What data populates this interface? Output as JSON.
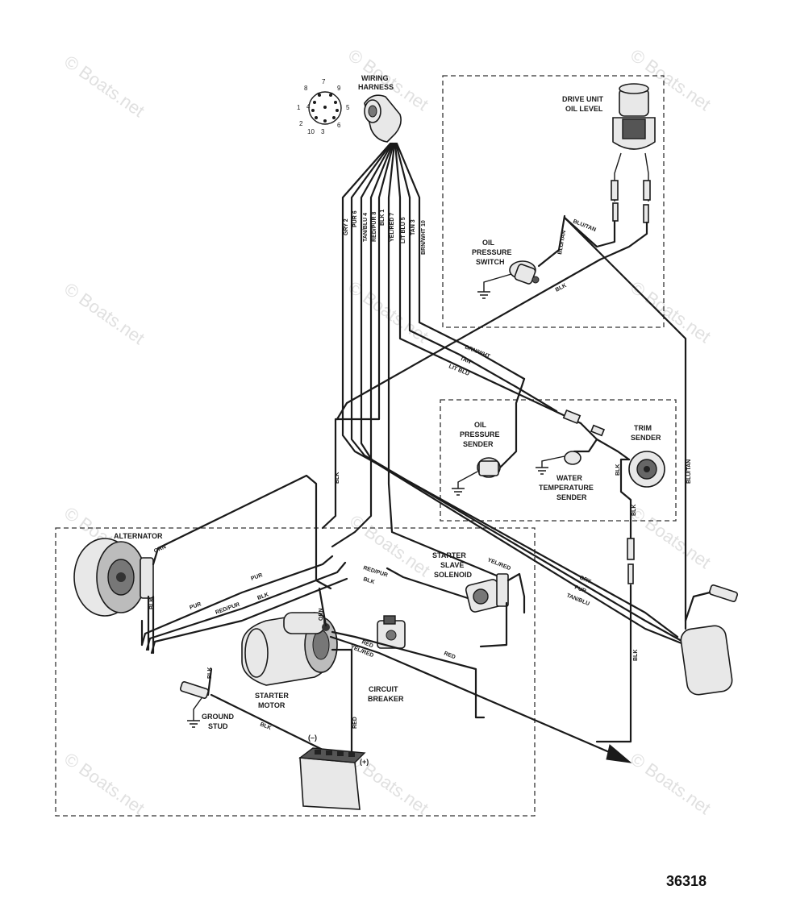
{
  "labels": {
    "wiring_harness": [
      "WIRING",
      "HARNESS"
    ],
    "drive_unit_oil_level": [
      "DRIVE UNIT",
      "OIL LEVEL"
    ],
    "oil_pressure_switch": [
      "OIL",
      "PRESSURE",
      "SWITCH"
    ],
    "oil_pressure_sender": [
      "OIL",
      "PRESSURE",
      "SENDER"
    ],
    "water_temperature_sender": [
      "WATER",
      "TEMPERATURE",
      "SENDER"
    ],
    "trim_sender": [
      "TRIM",
      "SENDER"
    ],
    "alternator": "ALTERNATOR",
    "starter_slave_solenoid": [
      "STARTER",
      "SLAVE",
      "SOLENOID"
    ],
    "starter_motor": [
      "STARTER",
      "MOTOR"
    ],
    "circuit_breaker": [
      "CIRCUIT",
      "BREAKER"
    ],
    "ground_stud": [
      "GROUND",
      "STUD"
    ],
    "battery_negative": "(–)",
    "battery_positive": "(+)"
  },
  "harness_pins": [
    "8",
    "7",
    "9",
    "1",
    "4",
    "5",
    "2",
    "10",
    "3",
    "6"
  ],
  "harness_wires": [
    "GRY 2",
    "PUR 6",
    "TAN/BLU 4",
    "RED/PUR 8",
    "BLK 1",
    "YEL/RED 7",
    "LIT BLU 5",
    "TAN 3",
    "BRN/WHT 10"
  ],
  "wire_labels": {
    "blu_tan_top": "BLU/TAN",
    "blu_tan_switch": "BLU/TAN",
    "blk_top": "BLK",
    "brn_wht": "BRN/WHT",
    "tan": "TAN",
    "lit_blu": "LIT BLU",
    "blk_left": "BLK",
    "blk_trim": "BLK",
    "blk_trim2": "BLK",
    "blu_tan_right": "BLU/TAN",
    "orn_alt": "ORN",
    "pur_1": "PUR",
    "pur_2": "PUR",
    "red_pur_1": "RED/PUR",
    "red_pur_2": "RED/PUR",
    "blk_alt": "BLK",
    "blk_alt2": "BLK",
    "blk_mid": "BLK",
    "orn_start": "ORN",
    "yel_red_1": "YEL/RED",
    "yel_red_2": "YEL/RED",
    "red_1": "RED",
    "red_2": "RED",
    "red_batt": "RED",
    "blk_ground": "BLK",
    "blk_batt": "BLK",
    "gry": "GRY",
    "pur_right": "PUR",
    "tan_blu": "TAN/BLU",
    "blk_right": "BLK"
  },
  "watermark": "© Boats.net",
  "diagram_number": "36318"
}
